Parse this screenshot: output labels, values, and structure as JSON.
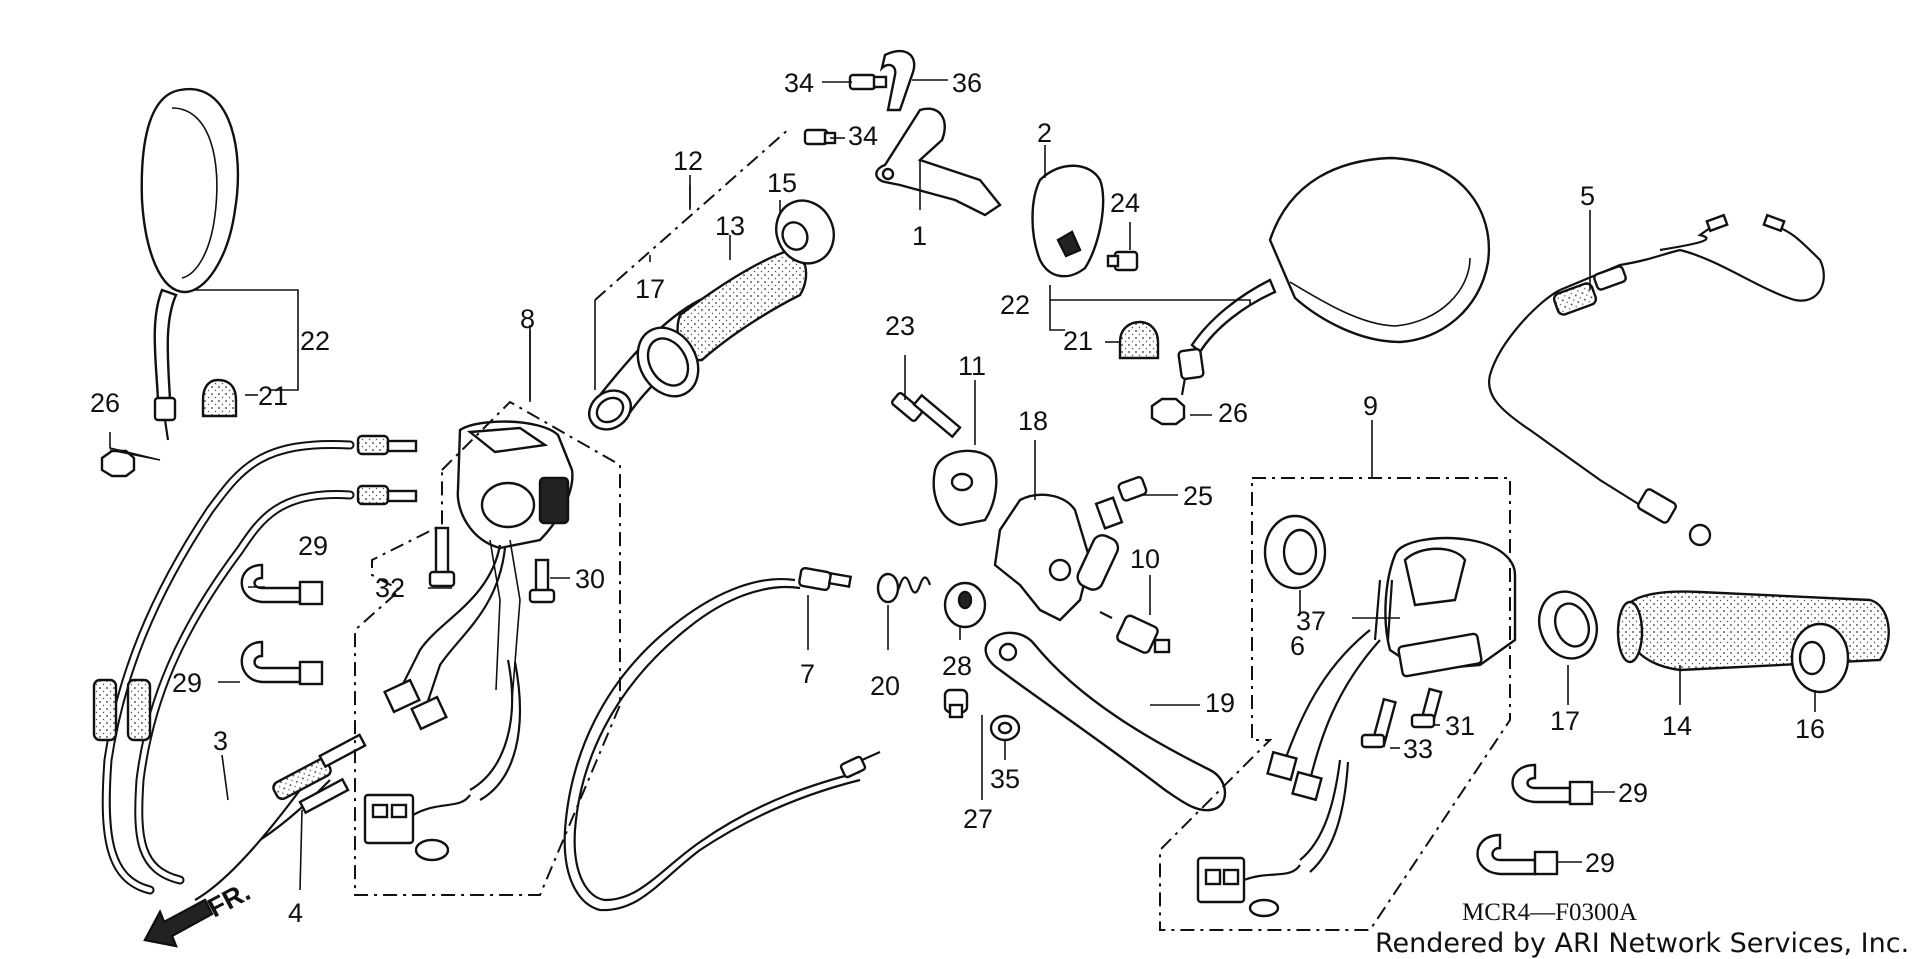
{
  "diagram": {
    "code": "MCR4—F0300A",
    "credit": "Rendered by ARI Network Services, Inc.",
    "direction_label": "FR."
  },
  "callouts": [
    {
      "id": "c34a",
      "text": "34"
    },
    {
      "id": "c36",
      "text": "36"
    },
    {
      "id": "c34b",
      "text": "34"
    },
    {
      "id": "c2",
      "text": "2"
    },
    {
      "id": "c1",
      "text": "1"
    },
    {
      "id": "c12",
      "text": "12"
    },
    {
      "id": "c15",
      "text": "15"
    },
    {
      "id": "c13",
      "text": "13"
    },
    {
      "id": "c17a",
      "text": "17"
    },
    {
      "id": "c24",
      "text": "24"
    },
    {
      "id": "c5",
      "text": "5"
    },
    {
      "id": "c22a",
      "text": "22"
    },
    {
      "id": "c21a",
      "text": "21"
    },
    {
      "id": "c26a",
      "text": "26"
    },
    {
      "id": "c8",
      "text": "8"
    },
    {
      "id": "c22b",
      "text": "22"
    },
    {
      "id": "c21b",
      "text": "21"
    },
    {
      "id": "c26b",
      "text": "26"
    },
    {
      "id": "c23",
      "text": "23"
    },
    {
      "id": "c11",
      "text": "11"
    },
    {
      "id": "c18",
      "text": "18"
    },
    {
      "id": "c9",
      "text": "9"
    },
    {
      "id": "c25",
      "text": "25"
    },
    {
      "id": "c29a",
      "text": "29"
    },
    {
      "id": "c32",
      "text": "32"
    },
    {
      "id": "c30",
      "text": "30"
    },
    {
      "id": "c29b",
      "text": "29"
    },
    {
      "id": "c10",
      "text": "10"
    },
    {
      "id": "c37",
      "text": "37"
    },
    {
      "id": "c6",
      "text": "6"
    },
    {
      "id": "c7",
      "text": "7"
    },
    {
      "id": "c20",
      "text": "20"
    },
    {
      "id": "c28",
      "text": "28"
    },
    {
      "id": "c19",
      "text": "19"
    },
    {
      "id": "c17b",
      "text": "17"
    },
    {
      "id": "c14",
      "text": "14"
    },
    {
      "id": "c16",
      "text": "16"
    },
    {
      "id": "c3",
      "text": "3"
    },
    {
      "id": "c31",
      "text": "31"
    },
    {
      "id": "c33",
      "text": "33"
    },
    {
      "id": "c35",
      "text": "35"
    },
    {
      "id": "c27",
      "text": "27"
    },
    {
      "id": "c29c",
      "text": "29"
    },
    {
      "id": "c29d",
      "text": "29"
    },
    {
      "id": "c4",
      "text": "4"
    }
  ]
}
